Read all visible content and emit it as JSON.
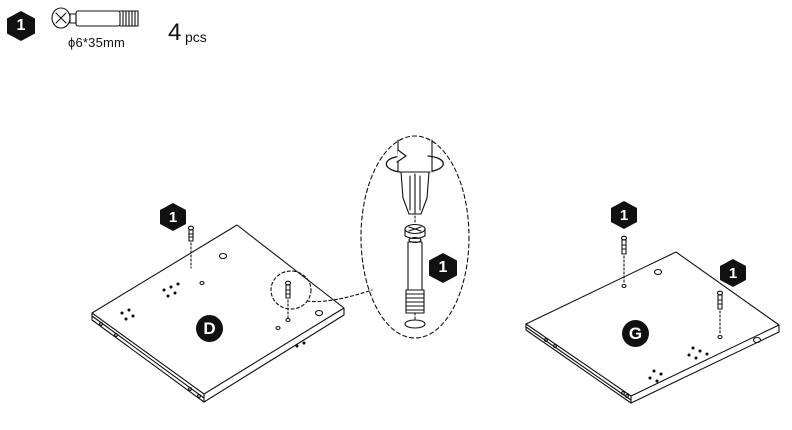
{
  "header": {
    "step_number": "1",
    "part_size": "ϕ6*35mm",
    "quantity": "4",
    "quantity_unit": "pcs"
  },
  "callouts": {
    "panel_d_screw": "1",
    "detail_screw": "1",
    "panel_g_screw_left": "1",
    "panel_g_screw_right": "1"
  },
  "panels": {
    "left_label": "D",
    "right_label": "G"
  },
  "colors": {
    "ink": "#111111",
    "badge_fill": "#111111",
    "badge_text": "#ffffff",
    "background": "#ffffff"
  }
}
